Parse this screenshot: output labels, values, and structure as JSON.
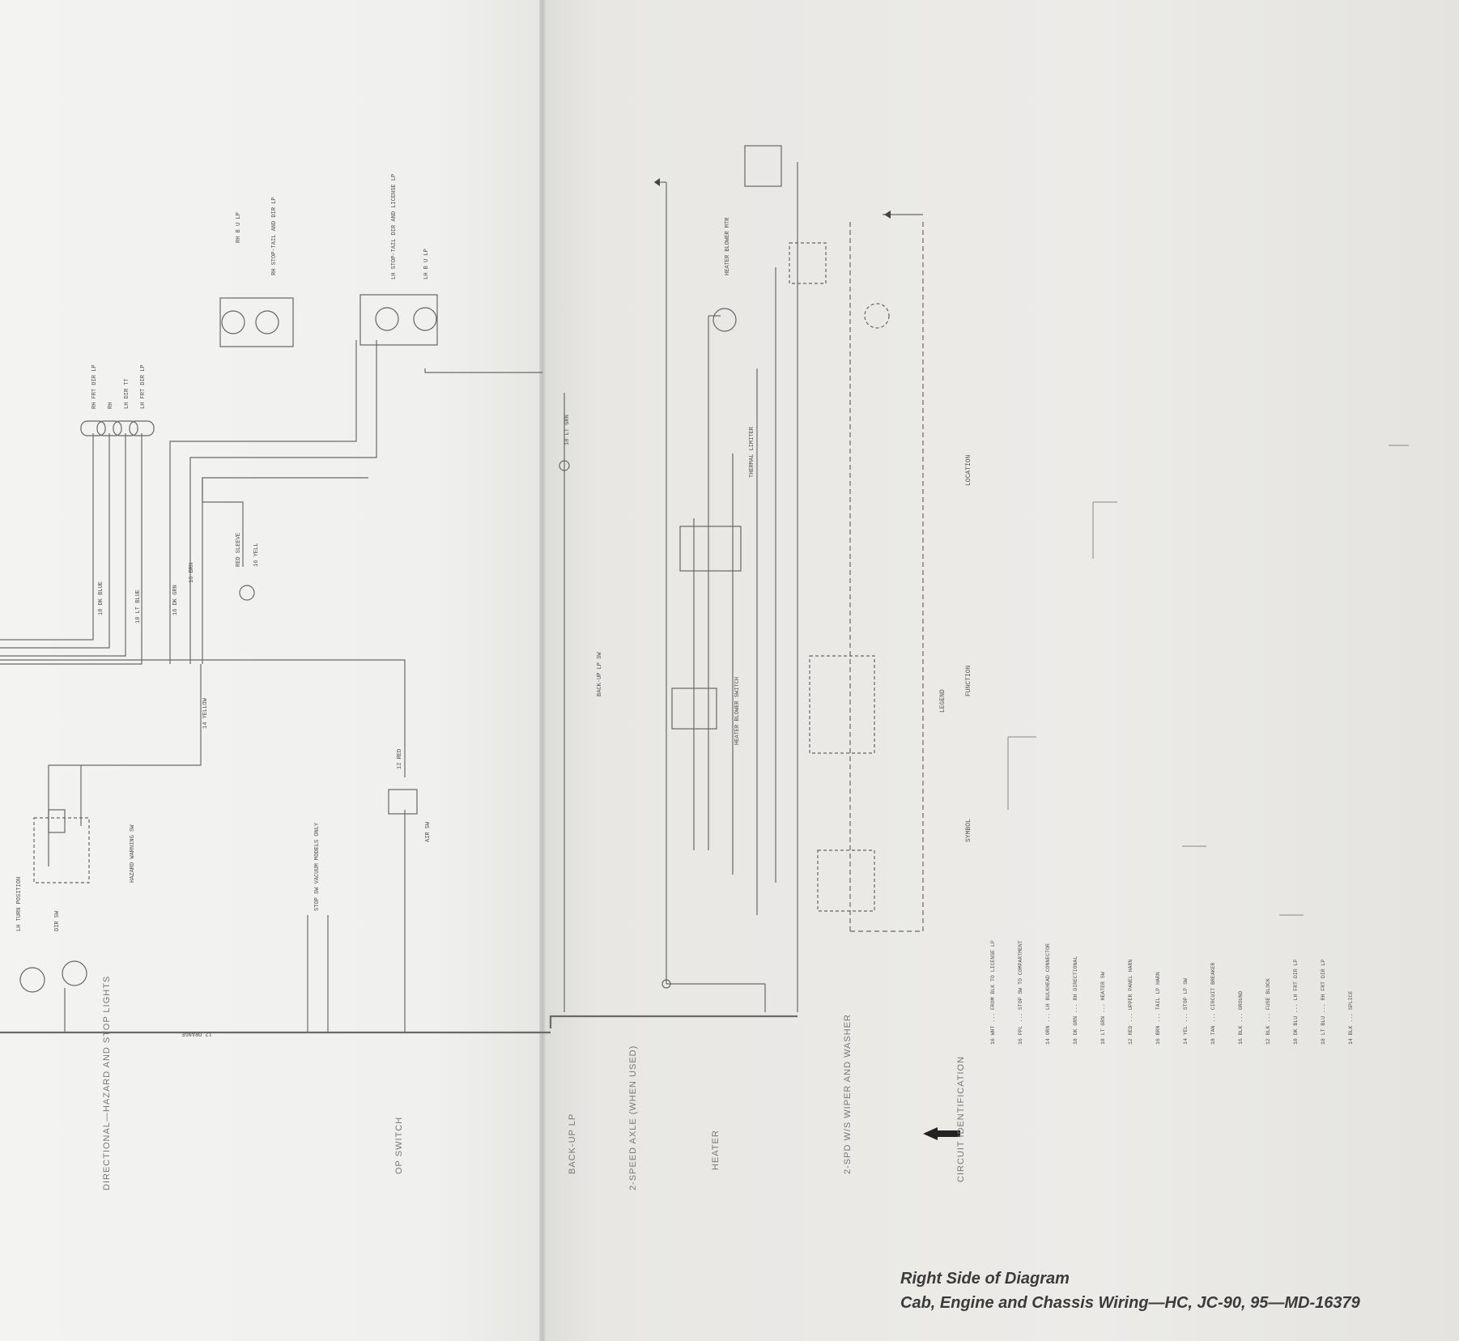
{
  "caption": {
    "heading": "Right Side of Diagram",
    "subtitle": "Cab, Engine and Chassis Wiring—HC, JC-90, 95—MD-16379"
  },
  "circuits": {
    "directional": "DIRECTIONAL—HAZARD AND STOP LIGHTS",
    "op_switch": "OP SWITCH",
    "backup": "BACK-UP LP",
    "two_speed_axle": "2-SPEED AXLE (WHEN USED)",
    "heater": "HEATER",
    "wiper": "2-SPD W/S WIPER AND WASHER",
    "identification": "CIRCUIT IDENTIFICATION"
  },
  "legend": {
    "title": "LEGEND",
    "col_symbol": "SYMBOL",
    "col_function": "FUNCTION",
    "col_location": "LOCATION"
  },
  "lamps": {
    "rh_backup": "RH B U LP",
    "rh_stop_tail": "RH STOP-TAIL AND DIR LP",
    "lh_stop_tail": "LH STOP-TAIL DIR AND LICENSE LP",
    "lh_backup": "LH B U LP",
    "rh_frt_dir": "RH FRT DIR LP",
    "rh_ind": "RH",
    "lh_dir": "LH DIR TT",
    "lh_frt_dir": "LH FRT DIR LP"
  },
  "labels": {
    "red_sleeve": "RED SLEEVE",
    "yell": "16 YELL",
    "dk_blue": "18 DK BLUE",
    "lt_blue": "18 LT BLUE",
    "dk_grn": "16 DK GRN",
    "brn": "16 BRN",
    "yellow": "14 YELLOW",
    "red": "12 RED",
    "air_sw": "AIR SW",
    "stop_sw": "STOP SW VACUUM MODELS ONLY",
    "hazard": "HAZARD WARNING SW",
    "orange": "12 ORANGE",
    "flasher": "LH TURN POSITION",
    "dir_sw": "DIR SW",
    "heater_blower": "HEATER BLOWER MTR",
    "blower_sw": "HEATER BLOWER SWITCH",
    "thermal": "THERMAL LIMITER",
    "backup_sw": "BACK-UP LP SW",
    "lt_grn": "18 LT GRN"
  },
  "legend_rows": [
    "16 WHT ... FROM BLK TO LICENSE LP",
    "16 PPL ... STOP SW TO COMPARTMENT",
    "14 ORN ... LH BULKHEAD CONNECTOR",
    "18 DK GRN ... RH DIRECTIONAL",
    "18 LT GRN ... HEATER SW",
    "12 RED ... UPPER PANEL HARN",
    "16 BRN ... TAIL LP HARN",
    "14 YEL ... STOP LP SW",
    "18 TAN ... CIRCUIT BREAKER",
    "16 BLK ... GROUND",
    "12 BLK ... FUSE BLOCK",
    "18 DK BLU ... LH FRT DIR LP",
    "18 LT BLU ... RH FRT DIR LP",
    "14 BLK ... SPLICE"
  ]
}
